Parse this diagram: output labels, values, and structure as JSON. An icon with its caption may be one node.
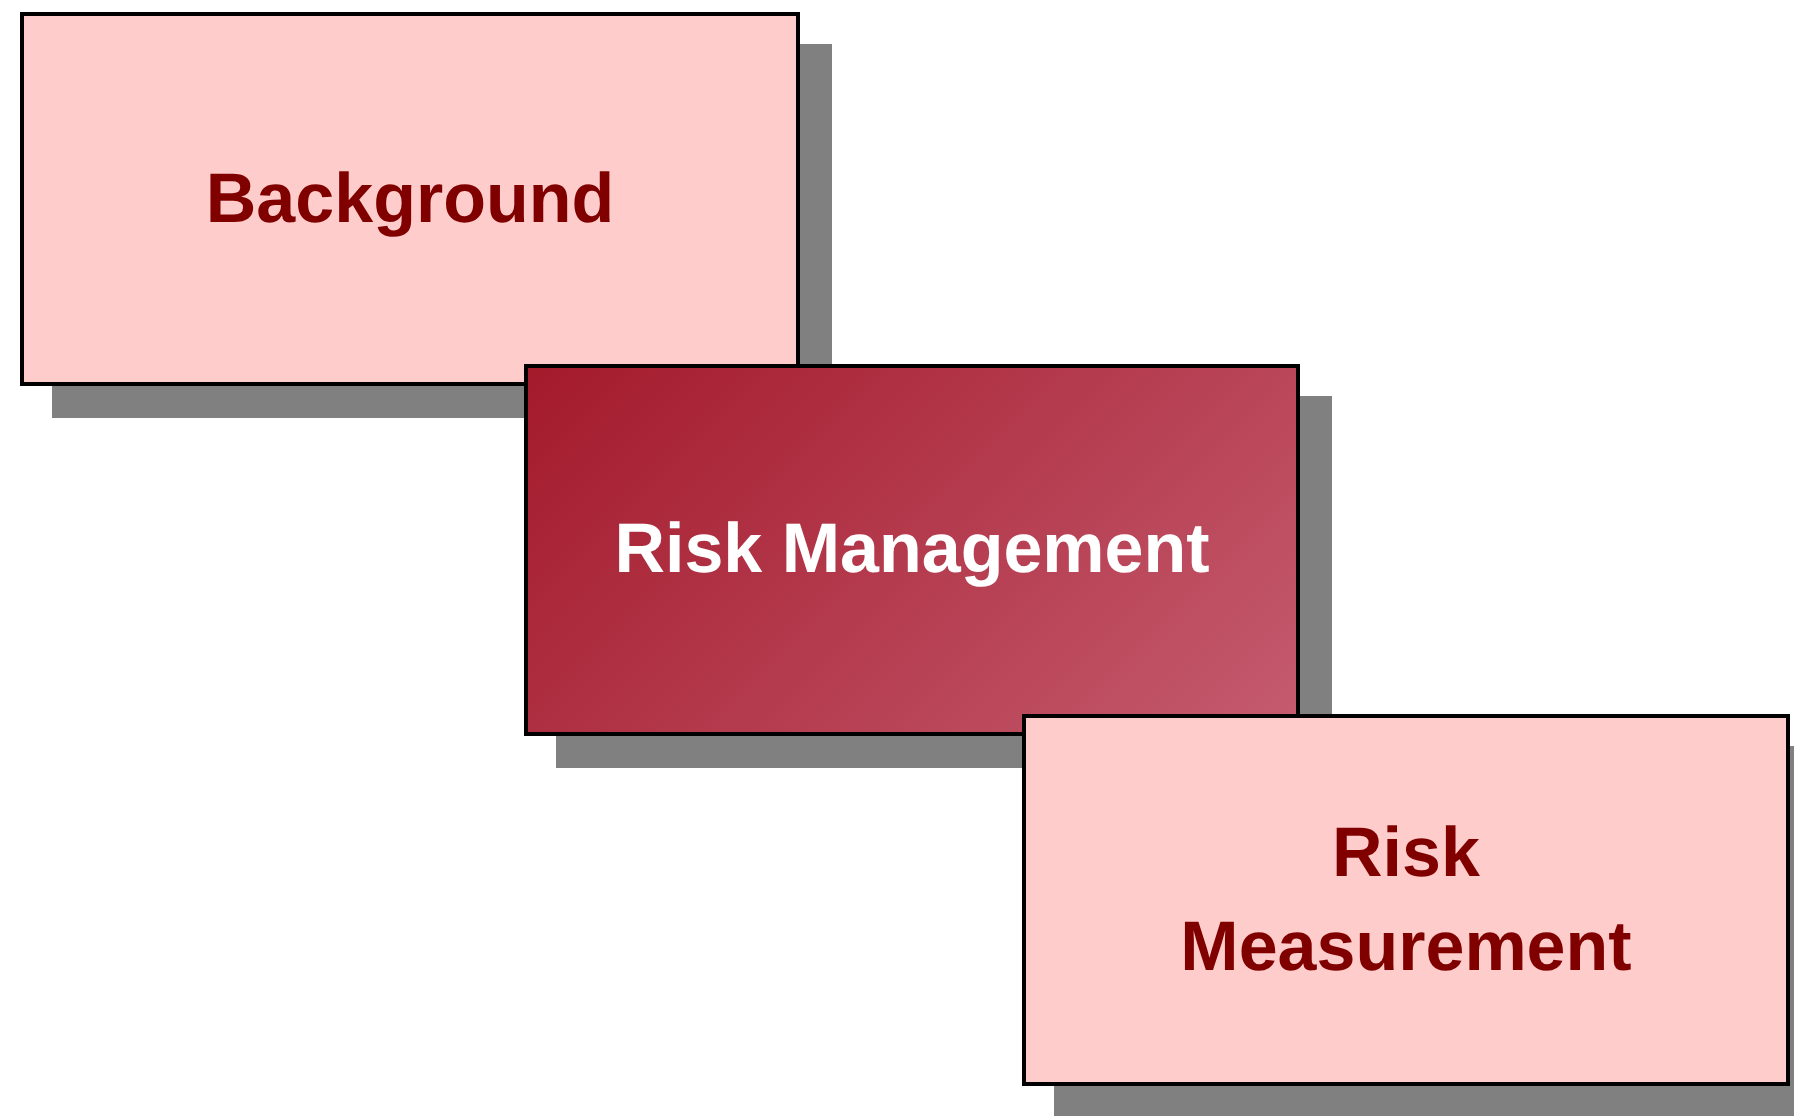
{
  "diagram": {
    "nodes": [
      {
        "text": [
          "Background"
        ]
      },
      {
        "text": [
          "Risk Management"
        ]
      },
      {
        "text": [
          "Risk Measurement"
        ]
      }
    ]
  }
}
